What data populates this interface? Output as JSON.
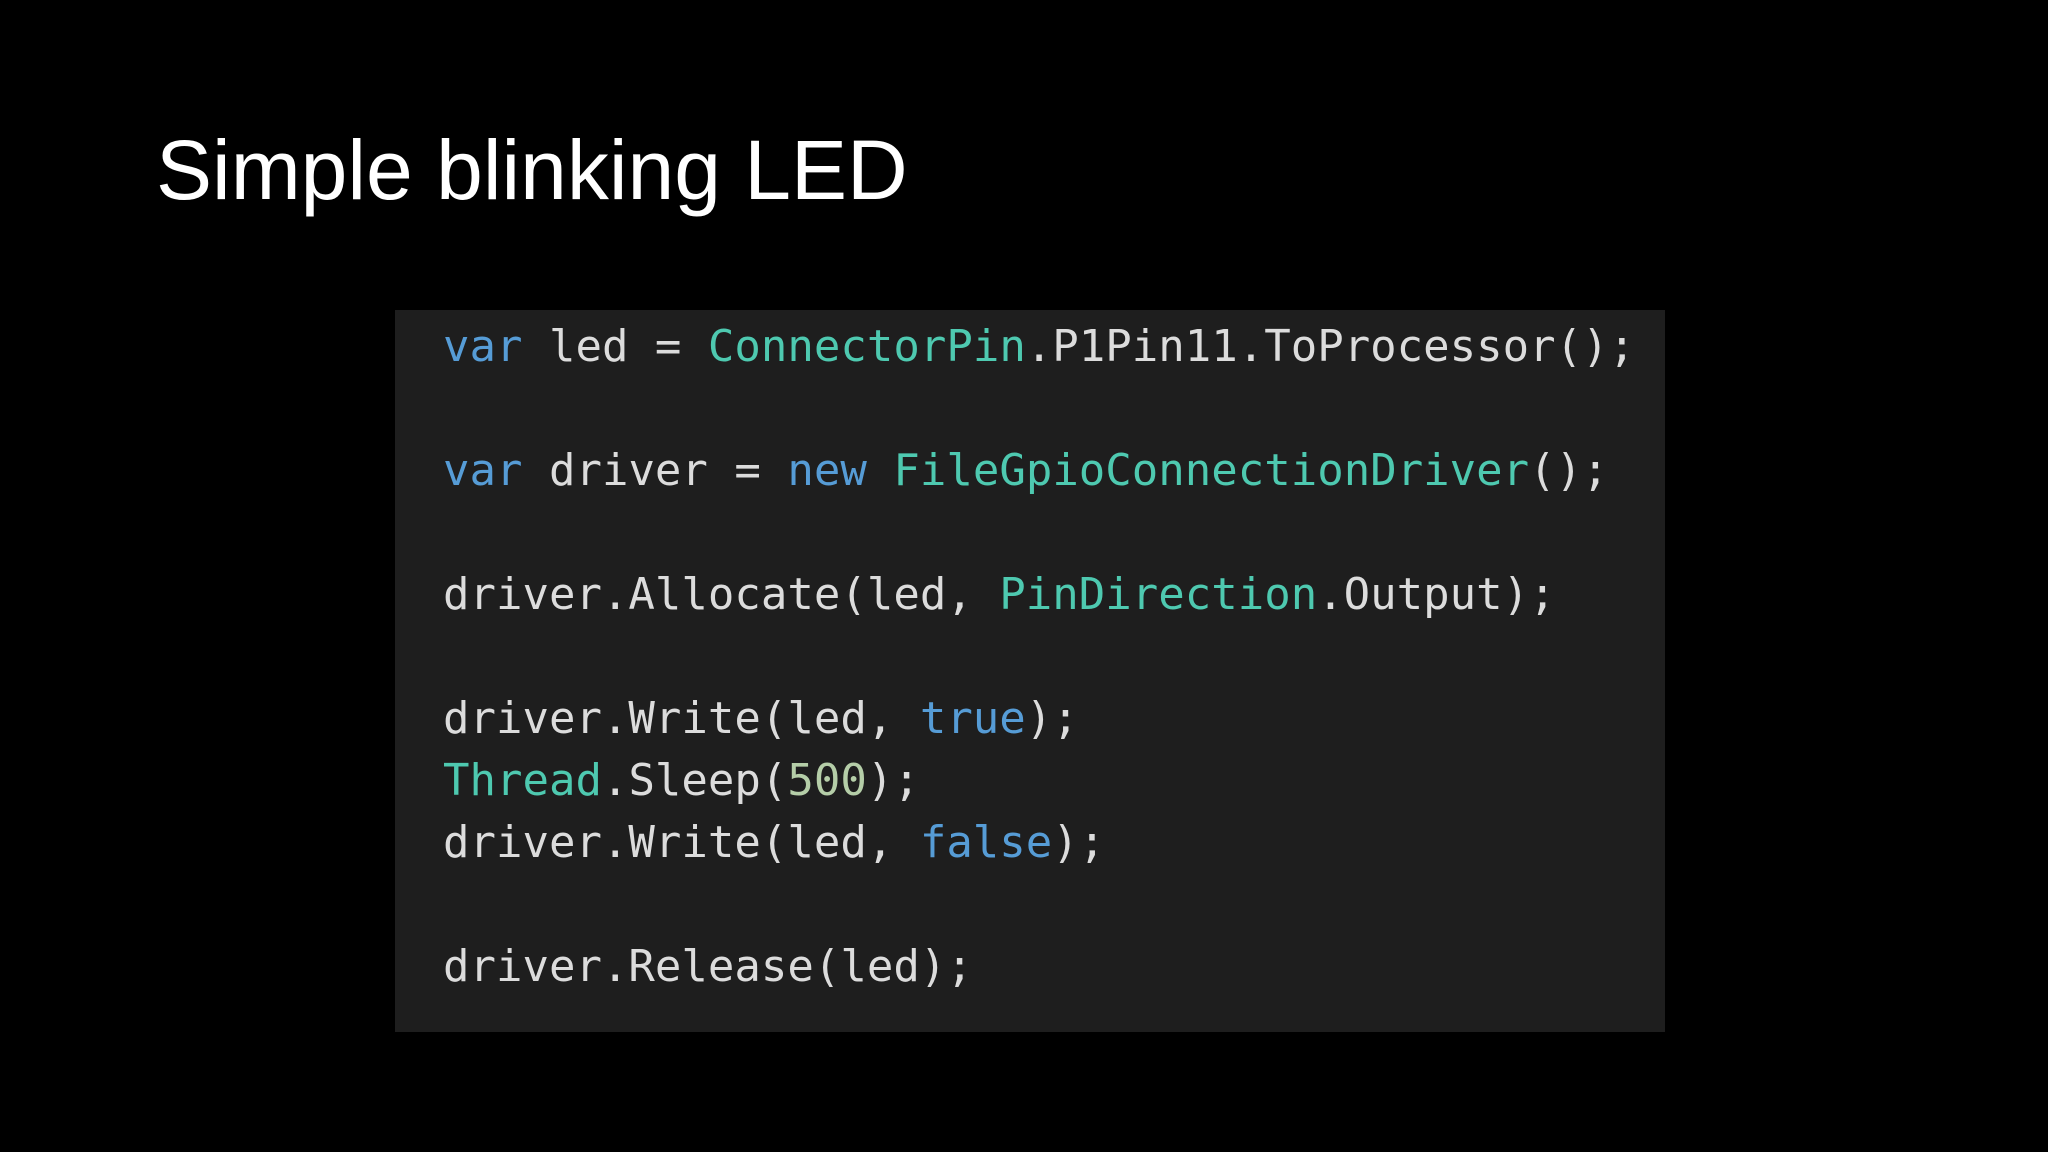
{
  "title": "Simple blinking LED",
  "colors": {
    "background": "#000000",
    "code_background": "#1e1e1e",
    "plain": "#dcdcdc",
    "keyword": "#569cd6",
    "type": "#4ec9b0",
    "number": "#b5cea8"
  },
  "code": {
    "language": "C#",
    "lines": [
      [
        {
          "text": "var",
          "kind": "keyword"
        },
        {
          "text": " led = ",
          "kind": "plain"
        },
        {
          "text": "ConnectorPin",
          "kind": "type"
        },
        {
          "text": ".P1Pin11.ToProcessor();",
          "kind": "plain"
        }
      ],
      [],
      [
        {
          "text": "var",
          "kind": "keyword"
        },
        {
          "text": " driver = ",
          "kind": "plain"
        },
        {
          "text": "new",
          "kind": "keyword"
        },
        {
          "text": " ",
          "kind": "plain"
        },
        {
          "text": "FileGpioConnectionDriver",
          "kind": "type"
        },
        {
          "text": "();",
          "kind": "plain"
        }
      ],
      [],
      [
        {
          "text": "driver.Allocate(led, ",
          "kind": "plain"
        },
        {
          "text": "PinDirection",
          "kind": "type"
        },
        {
          "text": ".Output);",
          "kind": "plain"
        }
      ],
      [],
      [
        {
          "text": "driver.Write(led, ",
          "kind": "plain"
        },
        {
          "text": "true",
          "kind": "keyword"
        },
        {
          "text": ");",
          "kind": "plain"
        }
      ],
      [
        {
          "text": "Thread",
          "kind": "type"
        },
        {
          "text": ".Sleep(",
          "kind": "plain"
        },
        {
          "text": "500",
          "kind": "number"
        },
        {
          "text": ");",
          "kind": "plain"
        }
      ],
      [
        {
          "text": "driver.Write(led, ",
          "kind": "plain"
        },
        {
          "text": "false",
          "kind": "keyword"
        },
        {
          "text": ");",
          "kind": "plain"
        }
      ],
      [],
      [
        {
          "text": "driver.Release(led);",
          "kind": "plain"
        }
      ]
    ]
  }
}
